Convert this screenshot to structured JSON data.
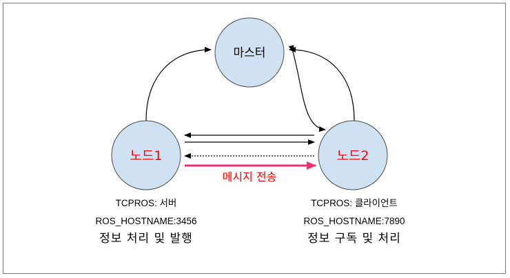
{
  "nodes": {
    "master": {
      "label": "마스터"
    },
    "node1": {
      "label": "노드1"
    },
    "node2": {
      "label": "노드2"
    }
  },
  "message": {
    "label": "메시지 전송"
  },
  "node1_info": {
    "protocol": "TCPROS: 서버",
    "hostname": "ROS_HOSTNAME:3456",
    "description": "정보 처리 및 발행"
  },
  "node2_info": {
    "protocol": "TCPROS: 클라이언트",
    "hostname": "ROS_HOSTNAME:7890",
    "description": "정보 구독 및 처리"
  },
  "colors": {
    "node_fill": "#cfe2f3",
    "node_label": "#ff0000",
    "message_arrow": "#f0306a",
    "frame_border": "#7a7a7a"
  }
}
